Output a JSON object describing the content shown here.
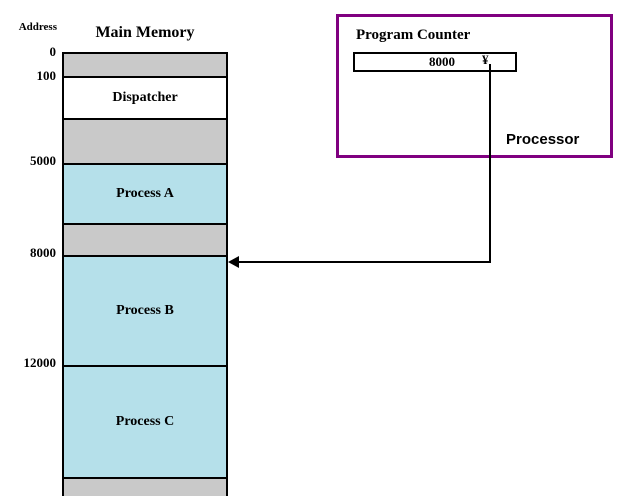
{
  "diagram": {
    "address_label": "Address",
    "memory_title": "Main Memory",
    "address_ticks": [
      "0",
      "100",
      "5000",
      "8000",
      "12000"
    ],
    "memory_blocks": [
      {
        "label": "",
        "type": "free"
      },
      {
        "label": "Dispatcher",
        "type": "dispatcher"
      },
      {
        "label": "",
        "type": "free"
      },
      {
        "label": "Process A",
        "type": "process"
      },
      {
        "label": "",
        "type": "free"
      },
      {
        "label": "Process B",
        "type": "process"
      },
      {
        "label": "Process C",
        "type": "process"
      },
      {
        "label": "",
        "type": "free"
      }
    ],
    "processor": {
      "label": "Processor",
      "program_counter_label": "Program Counter",
      "program_counter_value": "8000",
      "pointer_glyph": "¥"
    },
    "colors": {
      "free_block": "#c9c9c9",
      "process_block": "#b5e0ea",
      "dispatcher_block": "#ffffff",
      "processor_border": "#800080",
      "line": "#000000"
    }
  }
}
